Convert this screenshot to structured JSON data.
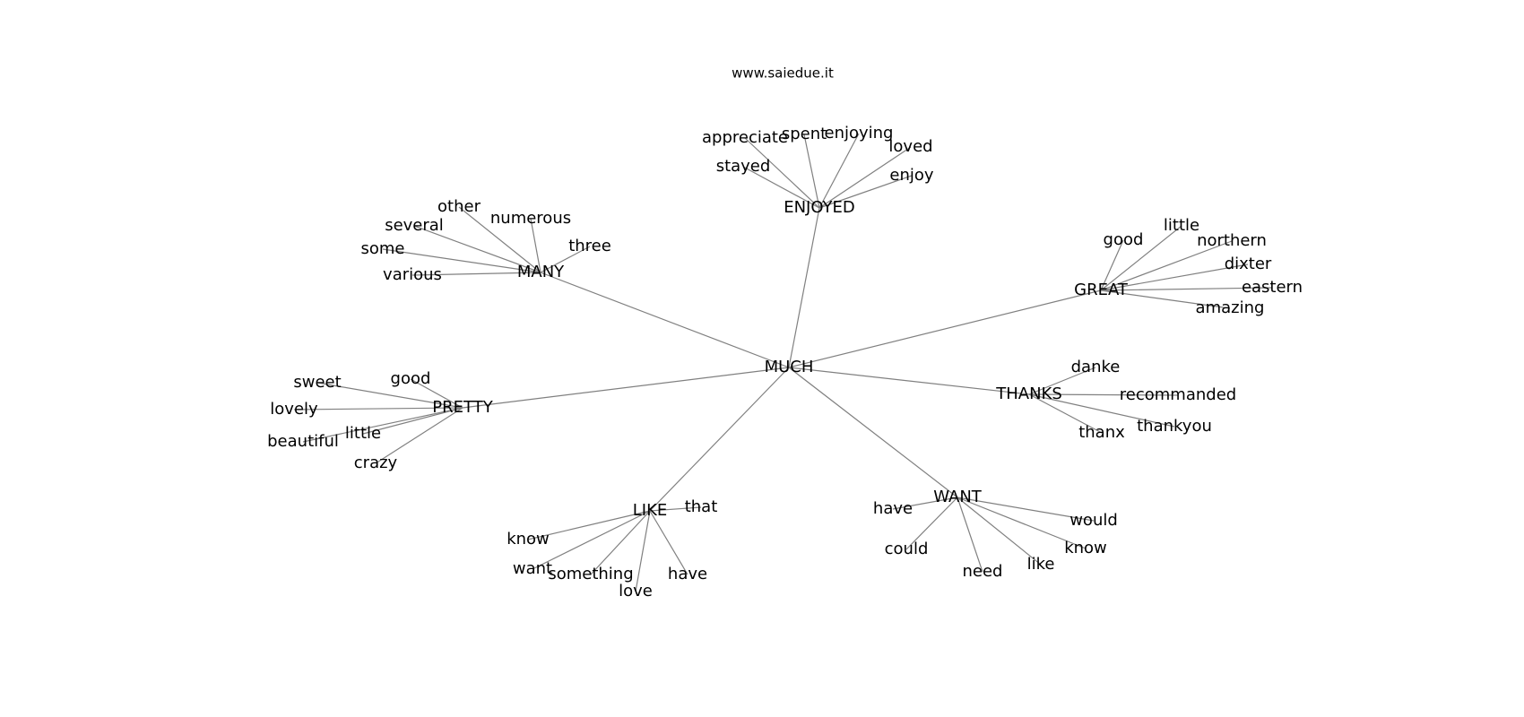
{
  "title": "www.saiedue.it",
  "root": "MUCH",
  "groups": [
    {
      "hub": "ENJOYED",
      "words": [
        "appreciate",
        "spent",
        "enjoying",
        "loved",
        "stayed",
        "enjoy"
      ]
    },
    {
      "hub": "MANY",
      "words": [
        "other",
        "numerous",
        "several",
        "three",
        "some",
        "various"
      ]
    },
    {
      "hub": "GREAT",
      "words": [
        "good",
        "little",
        "northern",
        "dixter",
        "eastern",
        "amazing"
      ]
    },
    {
      "hub": "PRETTY",
      "words": [
        "good",
        "sweet",
        "lovely",
        "little",
        "beautiful",
        "crazy"
      ]
    },
    {
      "hub": "THANKS",
      "words": [
        "danke",
        "recommanded",
        "thankyou",
        "thanx"
      ]
    },
    {
      "hub": "LIKE",
      "words": [
        "that",
        "know",
        "want",
        "something",
        "love",
        "have"
      ]
    },
    {
      "hub": "WANT",
      "words": [
        "have",
        "would",
        "could",
        "know",
        "need",
        "like"
      ]
    }
  ]
}
